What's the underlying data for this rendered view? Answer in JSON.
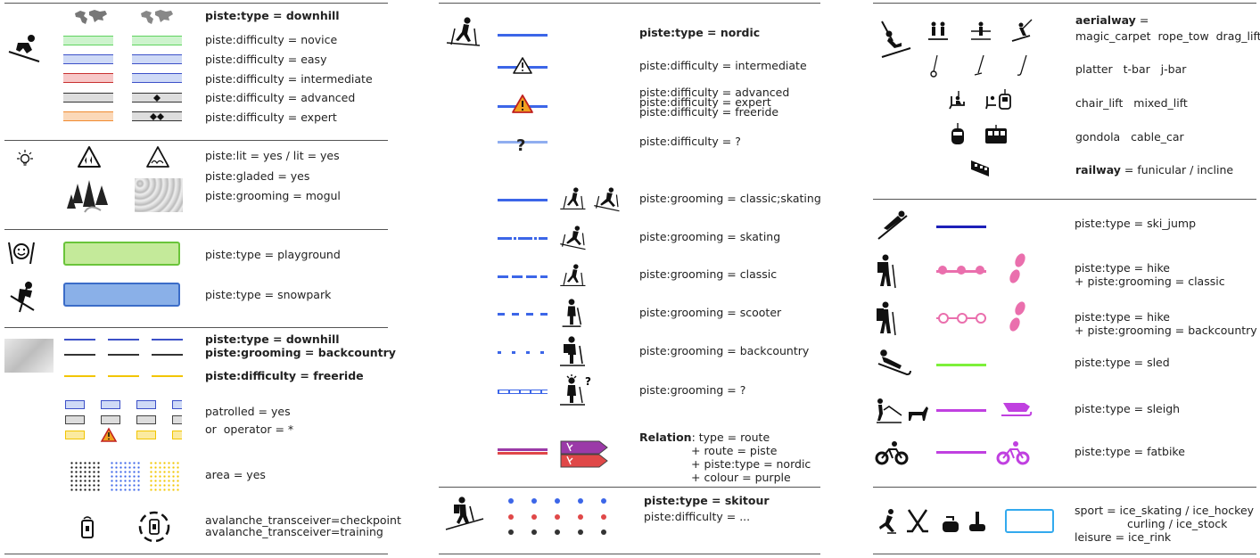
{
  "colors": {
    "novice": "#5fd35f",
    "easy": "#4a6ee0",
    "intermediate": "#e04040",
    "advanced": "#444444",
    "expert": "#f08a30",
    "nordic": "#3c66e8",
    "freeride": "#f2c500",
    "playground": "#c4ea9a",
    "snowpark": "#8ab0e8",
    "hike": "#ea6fad",
    "sled": "#7df03a",
    "sleigh": "#c040e0",
    "skijump": "#1d20b8",
    "ice": "#33aaee",
    "relation_purple": "#9b3aa8",
    "relation_red": "#e04848"
  },
  "left": {
    "downhill": {
      "type_label": "piste:type = downhill",
      "rows": [
        {
          "label": "piste:difficulty = novice"
        },
        {
          "label": "piste:difficulty = easy"
        },
        {
          "label": "piste:difficulty = intermediate"
        },
        {
          "label": "piste:difficulty = advanced"
        },
        {
          "label": "piste:difficulty = expert"
        }
      ]
    },
    "features": [
      {
        "label": "piste:lit = yes / lit = yes"
      },
      {
        "label": "piste:gladed = yes"
      },
      {
        "label": "piste:grooming = mogul"
      }
    ],
    "areas": [
      {
        "label": "piste:type = playground"
      },
      {
        "label": "piste:type = snowpark"
      }
    ],
    "backcountry": {
      "line1": "piste:type = downhill",
      "line2": "piste:grooming = backcountry",
      "line3": "piste:difficulty = freeride",
      "patrol1": "patrolled = yes",
      "patrol2": "or  operator = *",
      "area": "area = yes",
      "aval1": "avalanche_transceiver=checkpoint",
      "aval2": "avalanche_transceiver=training"
    }
  },
  "middle": {
    "nordic": "piste:type = nordic",
    "diff_intermediate": "piste:difficulty = intermediate",
    "diff_adv1": "piste:difficulty = advanced",
    "diff_adv2": "piste:difficulty = expert",
    "diff_adv3": "piste:difficulty = freeride",
    "diff_unknown": "piste:difficulty = ?",
    "question_mark": "?",
    "grooming": [
      {
        "label": "piste:grooming = classic;skating"
      },
      {
        "label": "piste:grooming = skating"
      },
      {
        "label": "piste:grooming = classic"
      },
      {
        "label": "piste:grooming = scooter"
      },
      {
        "label": "piste:grooming = backcountry"
      },
      {
        "label": "piste:grooming = ?"
      }
    ],
    "relation": {
      "head": "Relation",
      "l1": ": type = route",
      "l2": "+ route = piste",
      "l3": "+ piste:type = nordic",
      "l4": "+ colour = purple"
    },
    "skitour": "piste:type = skitour",
    "skitour_diff": "piste:difficulty = ..."
  },
  "right": {
    "aerialway_head": "aerialway",
    "aerialway_eq": " =",
    "aerialway_types": "magic_carpet  rope_tow  drag_lift",
    "platter": "platter   t-bar   j-bar",
    "chair": "chair_lift   mixed_lift",
    "gondola": "gondola   cable_car",
    "railway_head": "railway",
    "railway_rest": " = funicular / incline",
    "ski_jump": "piste:type = ski_jump",
    "hike1a": "piste:type = hike",
    "hike1b": "+ piste:grooming = classic",
    "hike2a": "piste:type = hike",
    "hike2b": "+ piste:grooming = backcountry",
    "sled": "piste:type = sled",
    "sleigh": "piste:type = sleigh",
    "fatbike": "piste:type = fatbike",
    "sport1": "sport = ice_skating / ice_hockey",
    "sport2": "curling / ice_stock",
    "sport3": "leisure = ice_rink"
  }
}
